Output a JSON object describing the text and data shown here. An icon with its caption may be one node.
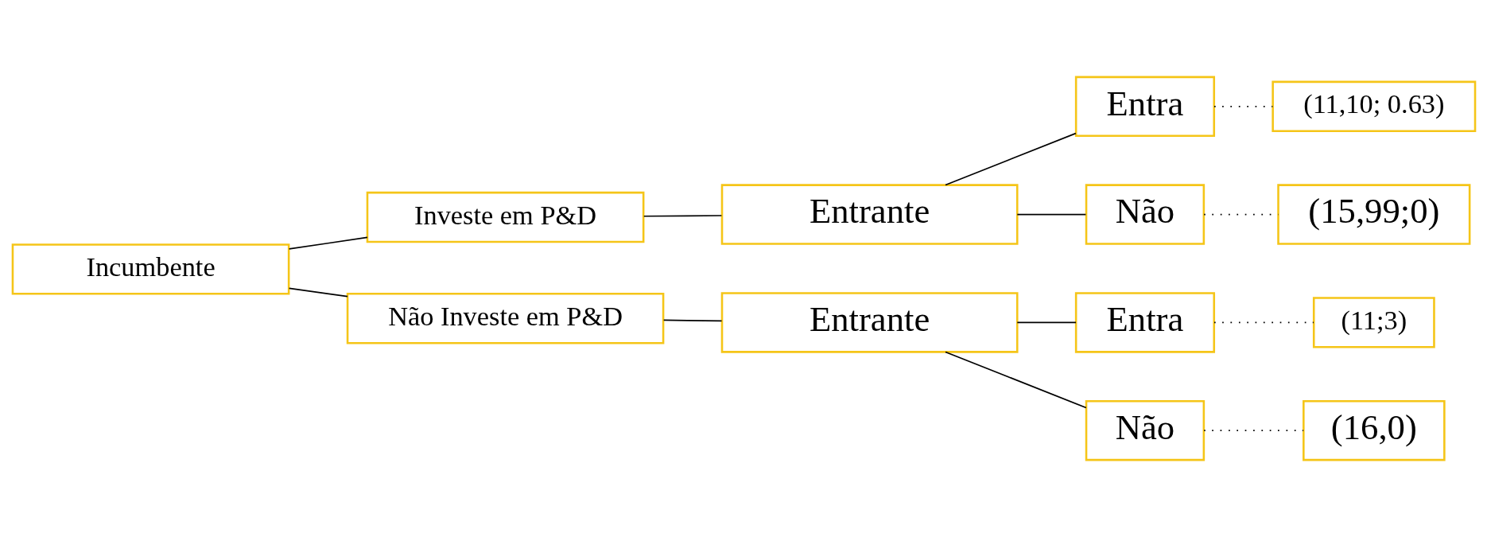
{
  "diagram": {
    "nodes": [
      {
        "text": [
          "Incumbente"
        ]
      },
      {
        "text": [
          "Investe em P&D"
        ]
      },
      {
        "text": [
          "Entrante"
        ]
      },
      {
        "text": [
          "Entra"
        ]
      },
      {
        "text": [
          "(11,10; 0.63)"
        ]
      },
      {
        "text": [
          "Não"
        ]
      },
      {
        "text": [
          "(15,99;0)"
        ]
      },
      {
        "text": [
          "Não Investe em P&D"
        ]
      },
      {
        "text": [
          "Entrante"
        ]
      },
      {
        "text": [
          "Entra"
        ]
      },
      {
        "text": [
          "(11;3)"
        ]
      },
      {
        "text": [
          "Não"
        ]
      },
      {
        "text": [
          "(16,0)"
        ]
      }
    ],
    "edges": [
      {
        "from": 0,
        "to": 1,
        "arrow": "none"
      },
      {
        "from": 1,
        "to": 2,
        "arrow": "none"
      },
      {
        "from": 2,
        "to": 3,
        "arrow": "none"
      },
      {
        "from": 2,
        "to": 5,
        "arrow": "none"
      },
      {
        "from": 3,
        "to": 4,
        "arrow": "none",
        "style": "dashed"
      },
      {
        "from": 5,
        "to": 6,
        "arrow": "none",
        "style": "dashed"
      },
      {
        "from": 0,
        "to": 7,
        "arrow": "none"
      },
      {
        "from": 7,
        "to": 8,
        "arrow": "none"
      },
      {
        "from": 8,
        "to": 9,
        "arrow": "none"
      },
      {
        "from": 8,
        "to": 11,
        "arrow": "none"
      },
      {
        "from": 9,
        "to": 10,
        "arrow": "none",
        "style": "dashed"
      },
      {
        "from": 11,
        "to": 12,
        "arrow": "none",
        "style": "dashed"
      }
    ]
  }
}
